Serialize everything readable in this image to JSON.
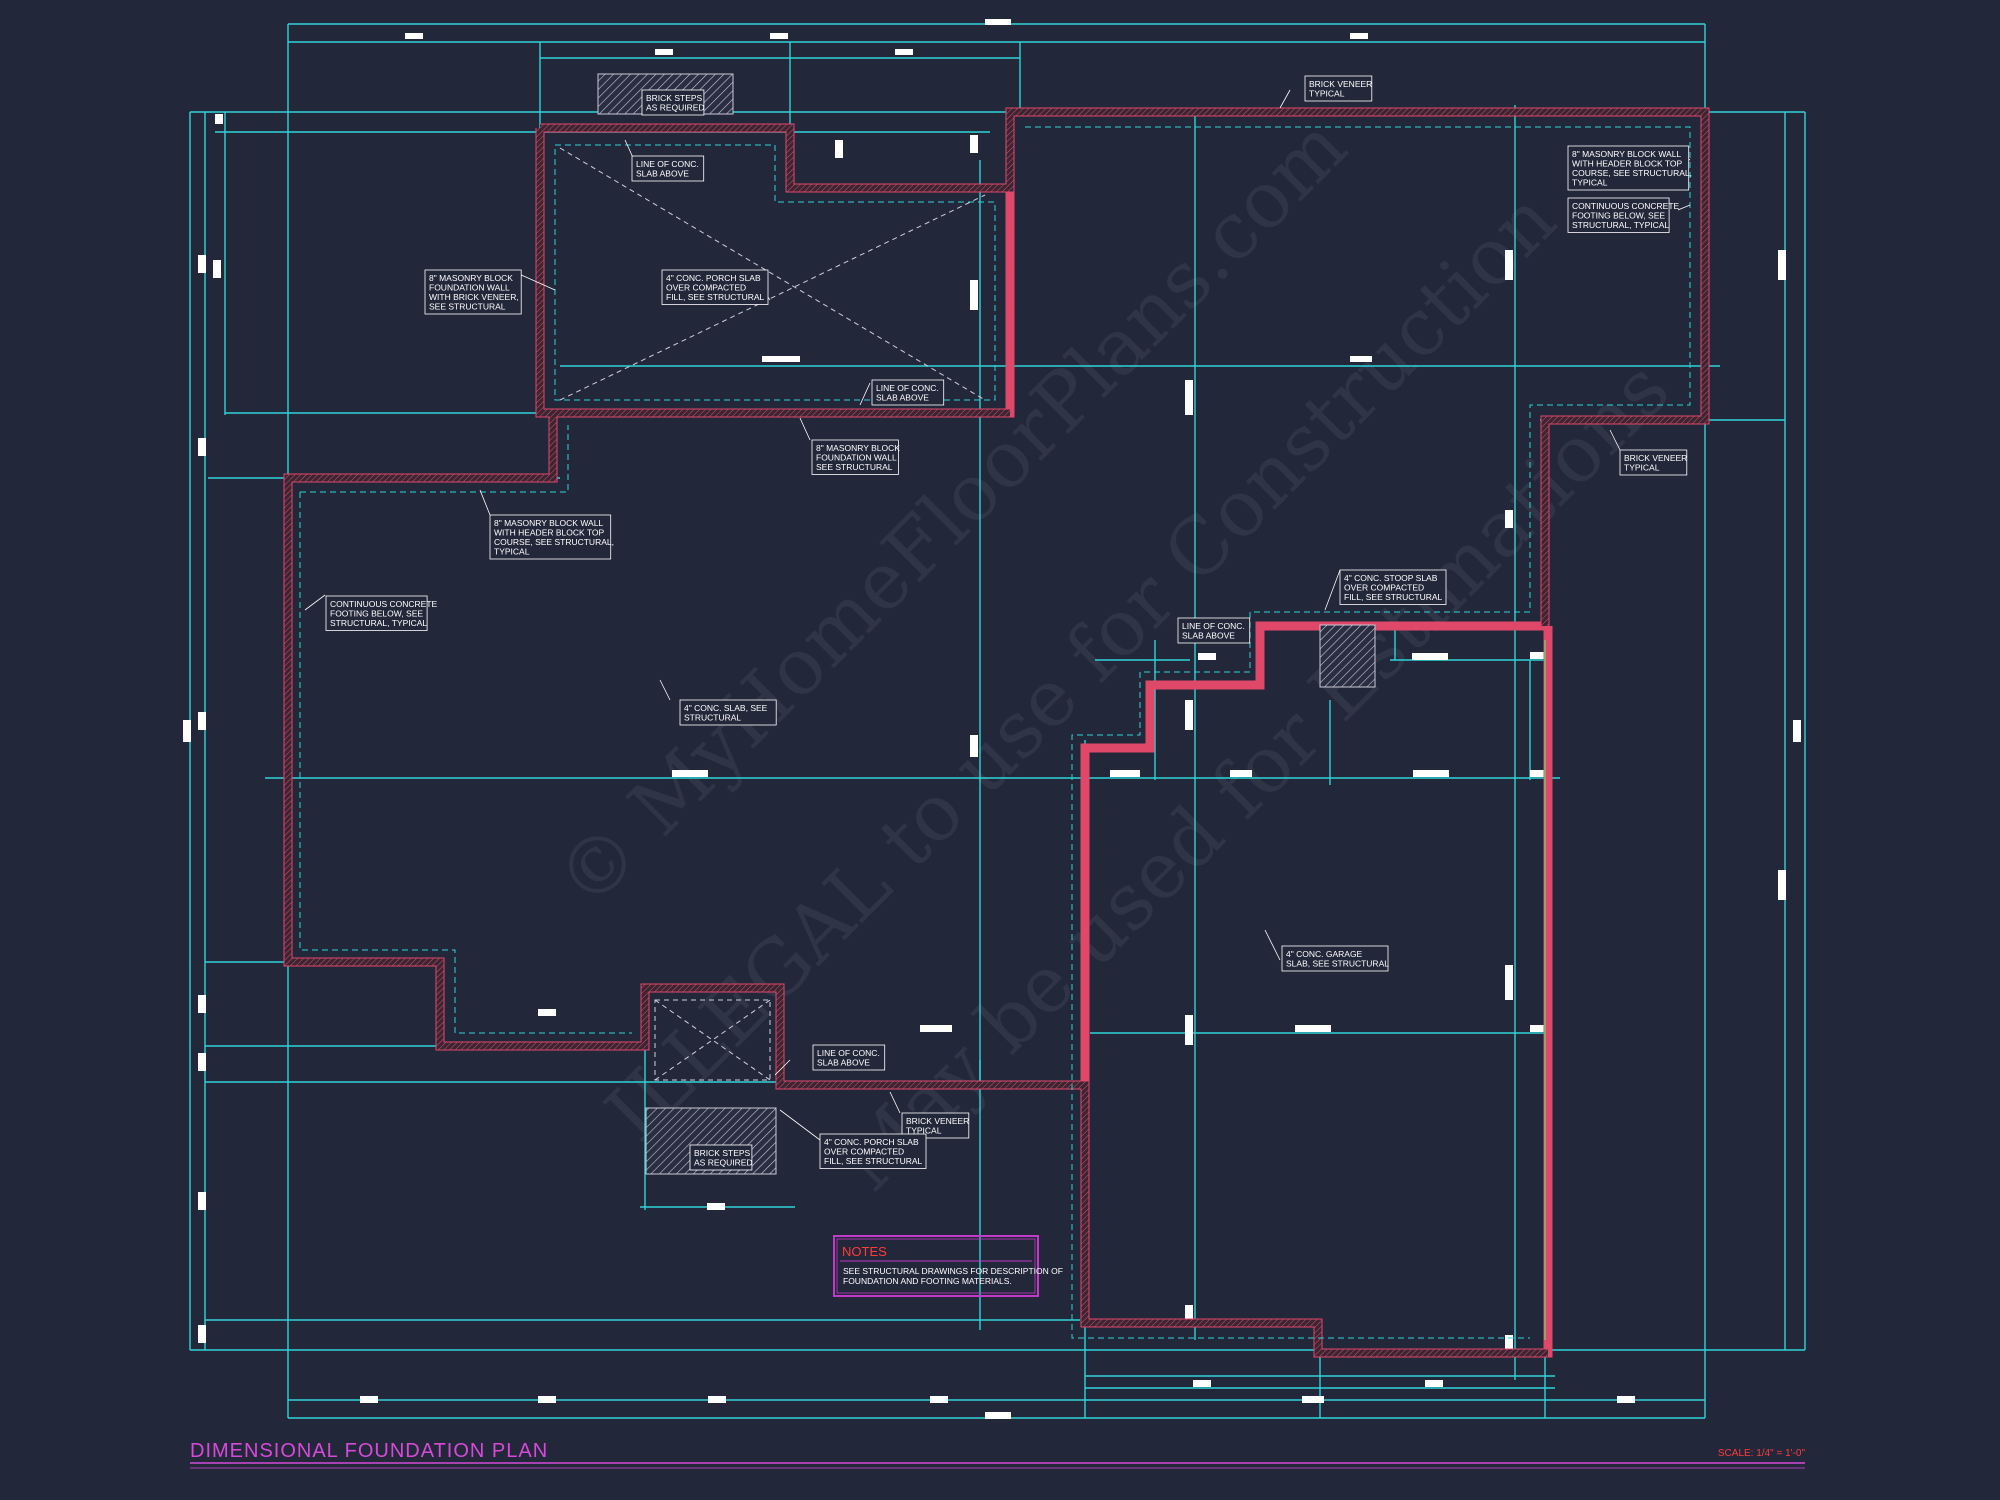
{
  "drawing": {
    "title": "DIMENSIONAL FOUNDATION PLAN",
    "scale": "SCALE: 1/4\" = 1'-0\""
  },
  "notes": {
    "heading": "NOTES",
    "text_line1": "SEE STRUCTURAL DRAWINGS FOR DESCRIPTION OF",
    "text_line2": "FOUNDATION AND FOOTING MATERIALS."
  },
  "watermark": {
    "line1": "© MyHomeFloorPlans.com",
    "line2": "ILLEGAL to use for Construction",
    "line3": "May be used for Estimations"
  },
  "colors": {
    "background": "#23273a",
    "dimension_lines": "#2fd3d8",
    "foundation_wall": "#e0486a",
    "title_text": "#d54bd8",
    "notes_heading": "#ff3b3b",
    "notes_border": "#c33ac8"
  },
  "callouts": [
    {
      "id": "brick-steps-top",
      "lines": [
        "BRICK STEPS",
        "AS REQUIRED"
      ]
    },
    {
      "id": "line-conc-slab-1",
      "lines": [
        "LINE OF CONC.",
        "SLAB ABOVE"
      ]
    },
    {
      "id": "brick-veneer-top",
      "lines": [
        "BRICK VENEER",
        "TYPICAL"
      ]
    },
    {
      "id": "masonry-block-header-right",
      "lines": [
        "8\" MASONRY BLOCK WALL",
        "WITH HEADER BLOCK TOP",
        "COURSE, SEE STRUCTURAL,",
        "TYPICAL"
      ]
    },
    {
      "id": "continuous-footing-right",
      "lines": [
        "CONTINUOUS CONCRETE",
        "FOOTING BELOW, SEE",
        "STRUCTURAL, TYPICAL"
      ]
    },
    {
      "id": "masonry-brick-veneer-left",
      "lines": [
        "8\" MASONRY BLOCK",
        "FOUNDATION WALL",
        "WITH BRICK VENEER,",
        "SEE STRUCTURAL"
      ]
    },
    {
      "id": "porch-slab-top",
      "lines": [
        "4\" CONC. PORCH SLAB",
        "OVER COMPACTED",
        "FILL, SEE STRUCTURAL"
      ]
    },
    {
      "id": "line-conc-slab-2",
      "lines": [
        "LINE OF CONC.",
        "SLAB ABOVE"
      ]
    },
    {
      "id": "masonry-block-center",
      "lines": [
        "8\" MASONRY BLOCK",
        "FOUNDATION WALL",
        "SEE STRUCTURAL"
      ]
    },
    {
      "id": "brick-veneer-right",
      "lines": [
        "BRICK VENEER",
        "TYPICAL"
      ]
    },
    {
      "id": "masonry-block-header-left",
      "lines": [
        "8\" MASONRY BLOCK WALL",
        "WITH HEADER BLOCK TOP",
        "COURSE, SEE STRUCTURAL,",
        "TYPICAL"
      ]
    },
    {
      "id": "continuous-footing-left",
      "lines": [
        "CONTINUOUS CONCRETE",
        "FOOTING BELOW, SEE",
        "STRUCTURAL, TYPICAL"
      ]
    },
    {
      "id": "stoop-slab",
      "lines": [
        "4\" CONC. STOOP SLAB",
        "OVER COMPACTED",
        "FILL, SEE STRUCTURAL"
      ]
    },
    {
      "id": "line-conc-slab-3",
      "lines": [
        "LINE OF CONC.",
        "SLAB ABOVE"
      ]
    },
    {
      "id": "conc-slab-main",
      "lines": [
        "4\" CONC. SLAB, SEE",
        "STRUCTURAL"
      ]
    },
    {
      "id": "garage-slab",
      "lines": [
        "4\" CONC. GARAGE",
        "SLAB, SEE STRUCTURAL"
      ]
    },
    {
      "id": "line-conc-slab-4",
      "lines": [
        "LINE OF CONC.",
        "SLAB ABOVE"
      ]
    },
    {
      "id": "brick-veneer-bottom",
      "lines": [
        "BRICK VENEER",
        "TYPICAL"
      ]
    },
    {
      "id": "porch-slab-bottom",
      "lines": [
        "4\" CONC. PORCH SLAB",
        "OVER COMPACTED",
        "FILL, SEE STRUCTURAL"
      ]
    },
    {
      "id": "brick-steps-bottom",
      "lines": [
        "BRICK STEPS",
        "AS REQUIRED"
      ]
    }
  ]
}
